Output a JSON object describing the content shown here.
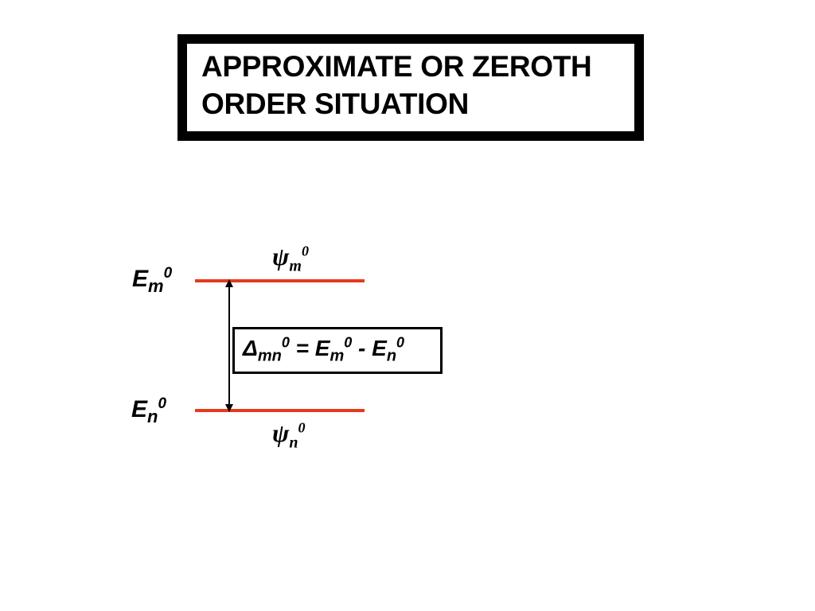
{
  "title": "APPROXIMATE OR ZEROTH\nORDER SITUATION",
  "levels": {
    "upper": {
      "energy_symbol": "E",
      "energy_sub": "m",
      "energy_sup": "0",
      "psi_symbol": "ψ",
      "psi_sub": "m",
      "psi_sup": "0"
    },
    "lower": {
      "energy_symbol": "E",
      "energy_sub": "n",
      "energy_sup": "0",
      "psi_symbol": "ψ",
      "psi_sub": "n",
      "psi_sup": "0"
    }
  },
  "gap_equation": {
    "delta_symbol": "Δ",
    "delta_sub": "mn",
    "delta_sup": "0",
    "equals": " = ",
    "e1_symbol": "E",
    "e1_sub": "m",
    "e1_sup": "0",
    "minus": " - ",
    "e2_symbol": "E",
    "e2_sub": "n",
    "e2_sup": "0"
  },
  "colors": {
    "level_line": "#e8391c",
    "arrow": "#000000",
    "text": "#000000"
  }
}
